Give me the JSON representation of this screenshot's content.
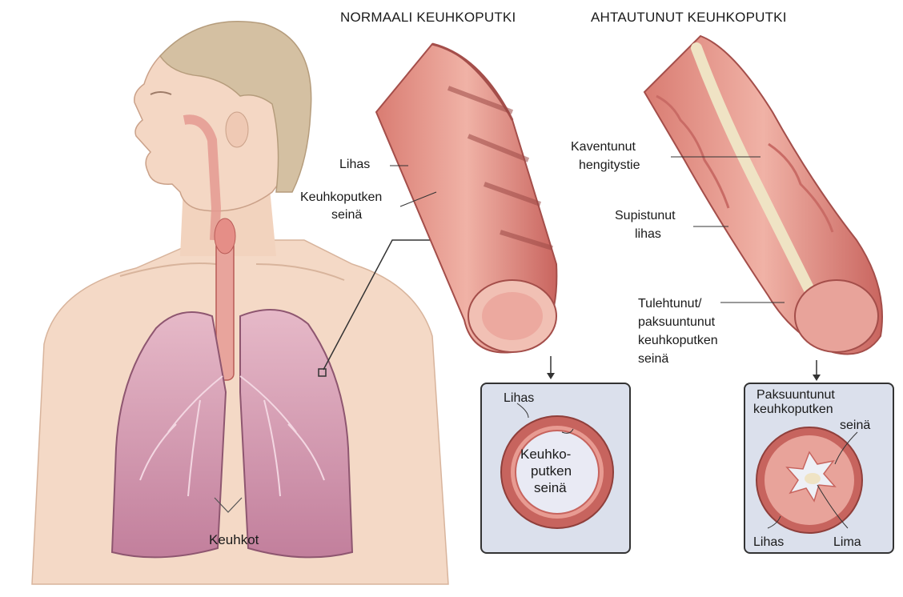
{
  "headings": {
    "normal": "NORMAALI KEUHKOPUTKI",
    "narrowed": "AHTAUTUNUT KEUHKOPUTKI"
  },
  "labels": {
    "lungs": "Keuhkot",
    "normal_muscle": "Lihas",
    "normal_wall_line1": "Keuhkoputken",
    "normal_wall_line2": "seinä",
    "narrowed_airway_line1": "Kaventunut",
    "narrowed_airway_line2": "hengitystie",
    "contracted_muscle_line1": "Supistunut",
    "contracted_muscle_line2": "lihas",
    "inflamed_wall_line1": "Tulehtunut/",
    "inflamed_wall_line2": "paksuuntunut",
    "inflamed_wall_line3": "keuhkoputken",
    "inflamed_wall_line4": "seinä"
  },
  "normal_cross_section": {
    "muscle": "Lihas",
    "wall_line1": "Keuhko-",
    "wall_line2": "putken",
    "wall_line3": "seinä"
  },
  "narrowed_cross_section": {
    "wall_line1": "Paksuuntunut",
    "wall_line2": "keuhkoputken",
    "wall_line3": "seinä",
    "muscle": "Lihas",
    "mucus": "Lima"
  },
  "colors": {
    "skin": "#f3d6c2",
    "hair": "#d2bd9e",
    "lung": "#c98ea6",
    "tissue": "#e49a92",
    "tissue_dark": "#b85b57",
    "mucus": "#efe3c4",
    "panel": "#dbe0ec"
  }
}
